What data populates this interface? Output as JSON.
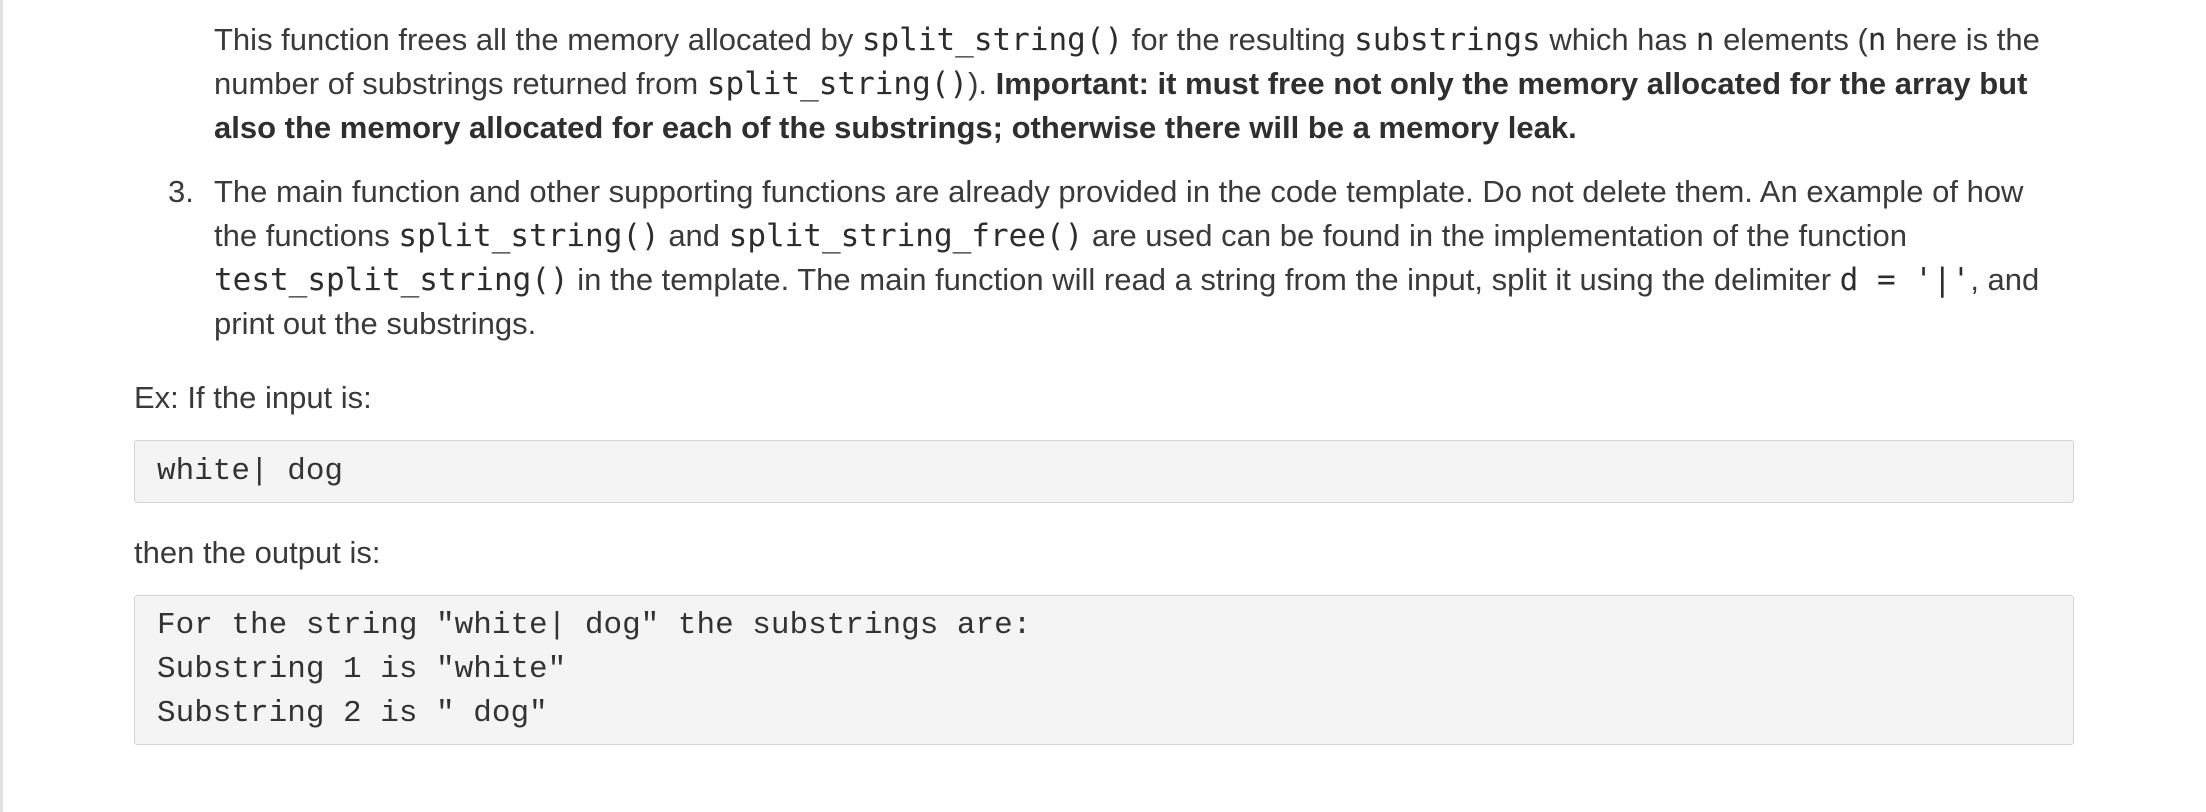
{
  "paragraph_top": {
    "t1": "This function frees all the memory allocated by ",
    "c1": "split_string()",
    "t2": " for the resulting ",
    "c2": "substrings",
    "t3": " which has ",
    "c3": "n",
    "t4": " elements (",
    "c4": "n",
    "t5": " here is the number of substrings returned from ",
    "c5": "split_string()",
    "t6": "). ",
    "bold": "Important: it must free not only the memory allocated for the array but also the memory allocated for each of the substrings; otherwise there will be a memory leak."
  },
  "list_item_3": {
    "number": "3.",
    "t1": "The main function and other supporting functions are already provided in the code template. Do not delete them. An example of how the functions ",
    "c1": "split_string()",
    "t2": " and ",
    "c2": "split_string_free()",
    "t3": " are used can be found in the implementation of the function ",
    "c3": "test_split_string()",
    "t4": " in the template. The main function will read a string from the input, split it using the delimiter ",
    "c4": "d = '|'",
    "t5": ", and print out the substrings."
  },
  "example": {
    "input_label": "Ex: If the input is:",
    "input_code": "white| dog",
    "output_label": "then the output is:",
    "output_lines": [
      "For the string \"white| dog\" the substrings are:",
      "Substring 1 is \"white\"",
      "Substring 2 is \" dog\""
    ]
  }
}
